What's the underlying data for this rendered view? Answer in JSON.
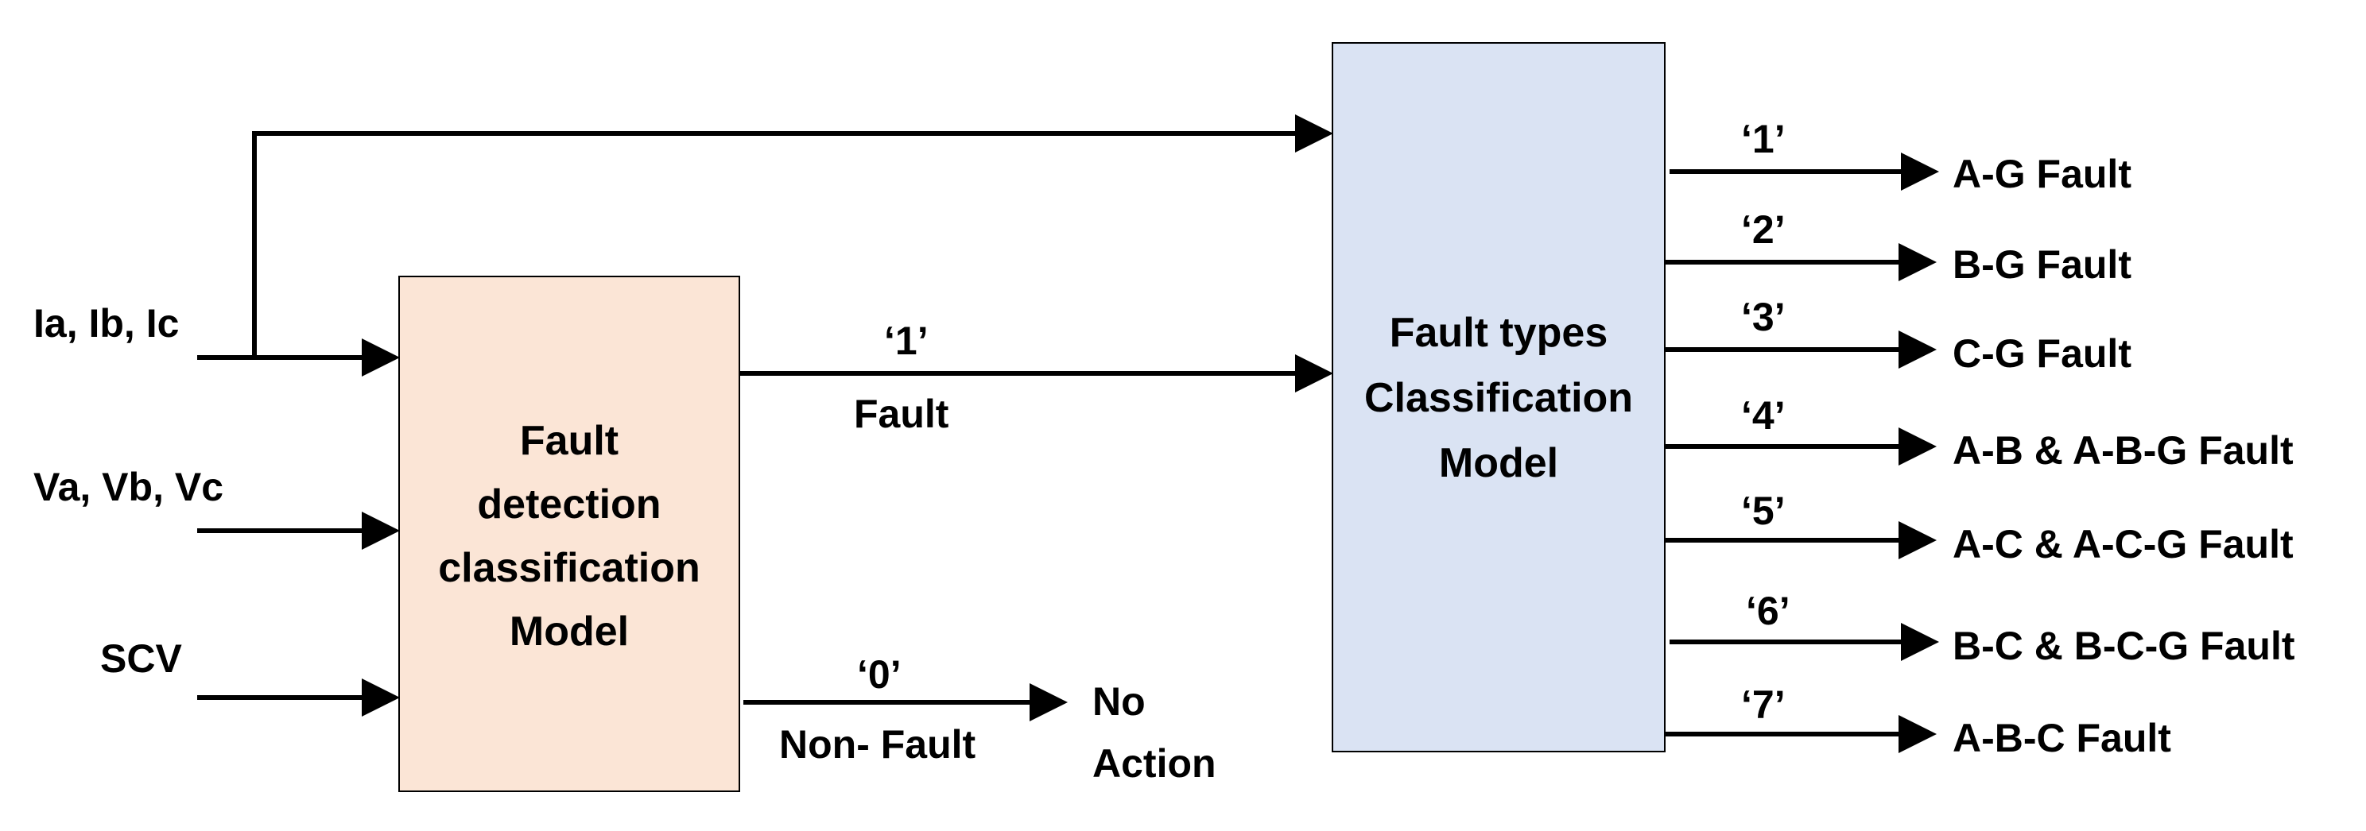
{
  "inputs": {
    "currents": "Ia, Ib, Ic",
    "voltages": "Va, Vb, Vc",
    "scv": "SCV"
  },
  "detection_model": {
    "line1": "Fault",
    "line2": "detection",
    "line3": "classification",
    "line4": "Model",
    "fill": "#fbe5d6"
  },
  "types_model": {
    "line1": "Fault types",
    "line2": "Classification",
    "line3": "Model",
    "fill": "#dae3f3"
  },
  "detection_outputs": {
    "fault_code": "‘1’",
    "fault_label": "Fault",
    "nonfault_code": "‘0’",
    "nonfault_label": "Non- Fault",
    "action_line1": "No",
    "action_line2": "Action"
  },
  "fault_type_outputs": [
    {
      "code": "‘1’",
      "label": "A-G Fault"
    },
    {
      "code": "‘2’",
      "label": "B-G Fault"
    },
    {
      "code": "‘3’",
      "label": "C-G Fault"
    },
    {
      "code": "‘4’",
      "label": "A-B & A-B-G Fault"
    },
    {
      "code": "‘5’",
      "label": "A-C & A-C-G Fault"
    },
    {
      "code": "‘6’",
      "label": "B-C & B-C-G Fault"
    },
    {
      "code": "‘7’",
      "label": "A-B-C Fault"
    }
  ]
}
